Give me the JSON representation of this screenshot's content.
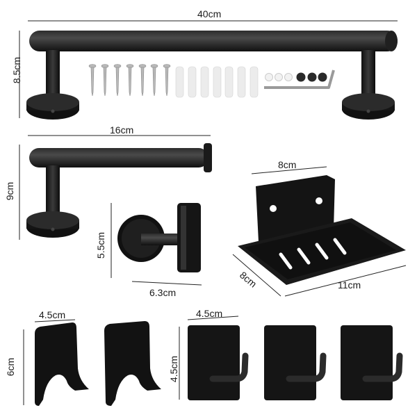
{
  "labels": {
    "towel_bar_length": "40cm",
    "towel_bar_height": "8.5cm",
    "paper_holder_length": "16cm",
    "paper_holder_height": "9cm",
    "soap_dish_width": "8cm",
    "soap_dish_depth": "8cm",
    "soap_dish_length": "11cm",
    "robe_hook_height": "5.5cm",
    "robe_hook_length": "6.3cm",
    "adhesive_hook_a_width": "4.5cm",
    "adhesive_hook_a_height": "6cm",
    "adhesive_hook_b_width": "4.5cm",
    "adhesive_hook_b_height": "4.5cm"
  },
  "colors": {
    "metal": "#141414",
    "metal_highlight": "#3a3a3a",
    "screw": "#b8b8b8",
    "anchor": "#e9e9e9",
    "line": "#222222"
  }
}
